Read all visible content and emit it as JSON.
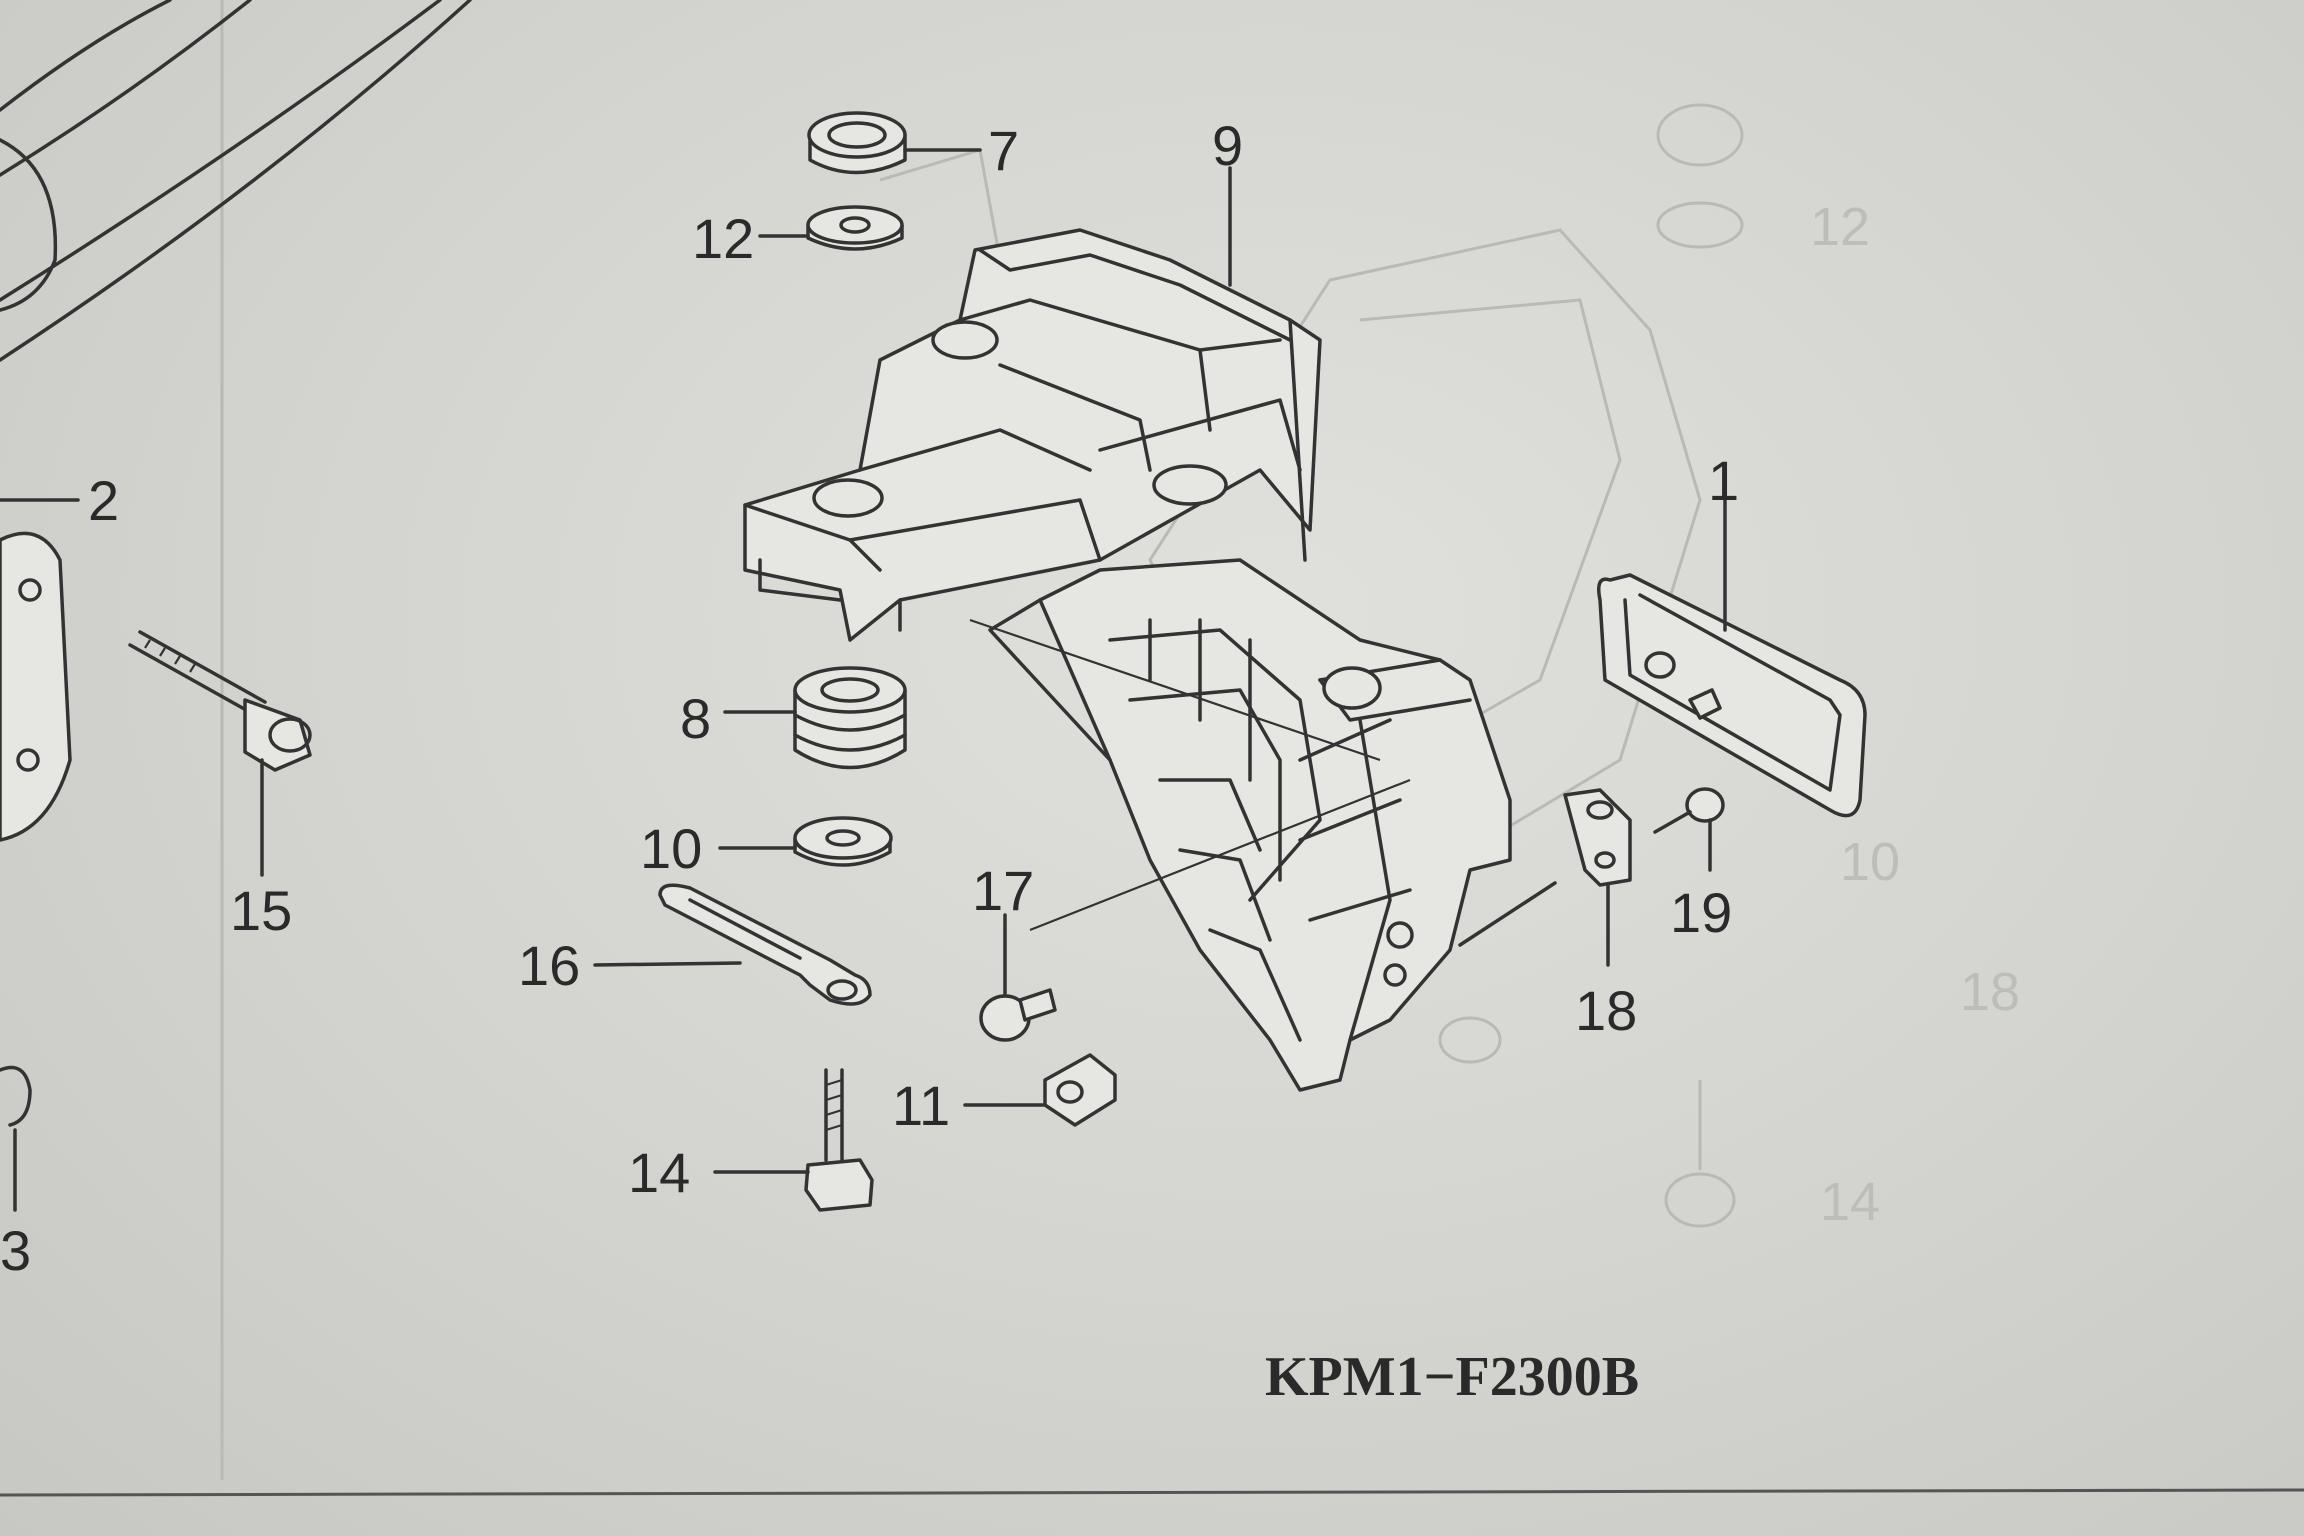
{
  "diagram": {
    "drawing_code": "KPM1−F2300B",
    "callouts": [
      "7",
      "9",
      "12",
      "2",
      "1",
      "8",
      "15",
      "10",
      "17",
      "19",
      "16",
      "18",
      "11",
      "14",
      "3"
    ],
    "ghost_callouts": [
      "12",
      "10",
      "18",
      "14"
    ]
  }
}
